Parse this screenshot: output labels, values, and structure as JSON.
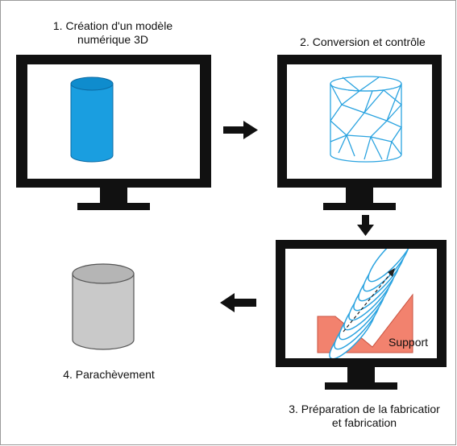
{
  "steps": {
    "step1": {
      "title_line1": "1. Création d'un modèle",
      "title_line2": "numérique 3D"
    },
    "step2": {
      "title": "2. Conversion et contrôle"
    },
    "step3": {
      "title_line1": "3. Préparation de la fabricatior",
      "title_line2": "et fabrication",
      "support_label": "Support"
    },
    "step4": {
      "label": "4. Parachèvement"
    }
  },
  "colors": {
    "monitor": "#111111",
    "cylinder_fill": "#1a9ee0",
    "cylinder_top": "#0f8ccd",
    "mesh": "#2aa3e0",
    "support_fill": "#f2826e",
    "finished_fill": "#c9c9c9",
    "arrow": "#111111"
  },
  "icons": [
    "arrow-right-icon",
    "arrow-down-icon",
    "arrow-left-icon",
    "monitor-icon"
  ]
}
